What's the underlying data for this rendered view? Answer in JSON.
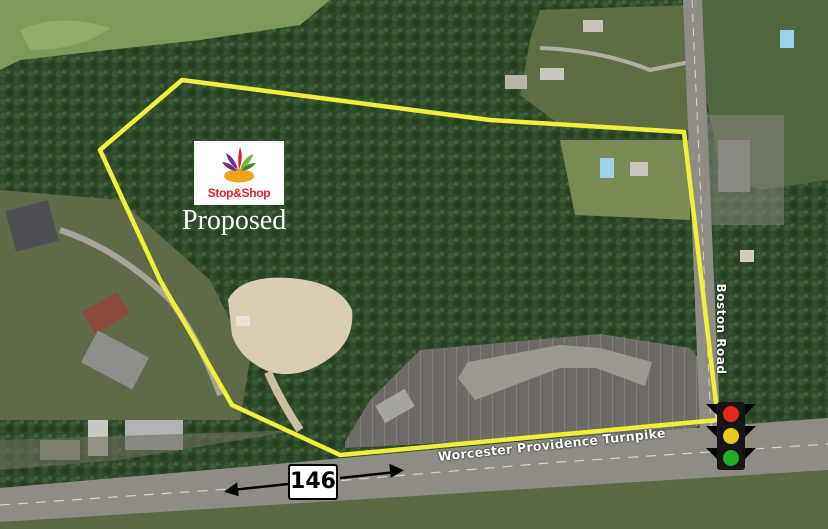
{
  "store": {
    "logo_text": "Stop&Shop",
    "status": "Proposed",
    "logo_icon": "flower-logo-icon"
  },
  "roads": {
    "boston_road": "Boston Road",
    "turnpike": "Worcester Providence Turnpike",
    "route_number": "146"
  },
  "colors": {
    "site_boundary": "#f0f03c",
    "forest": "#2f4a2a",
    "brand_red": "#d9232e",
    "road": "#8f8c86",
    "light_red": "#e4281e",
    "light_yellow": "#e8c81a",
    "light_green": "#26a82a"
  }
}
